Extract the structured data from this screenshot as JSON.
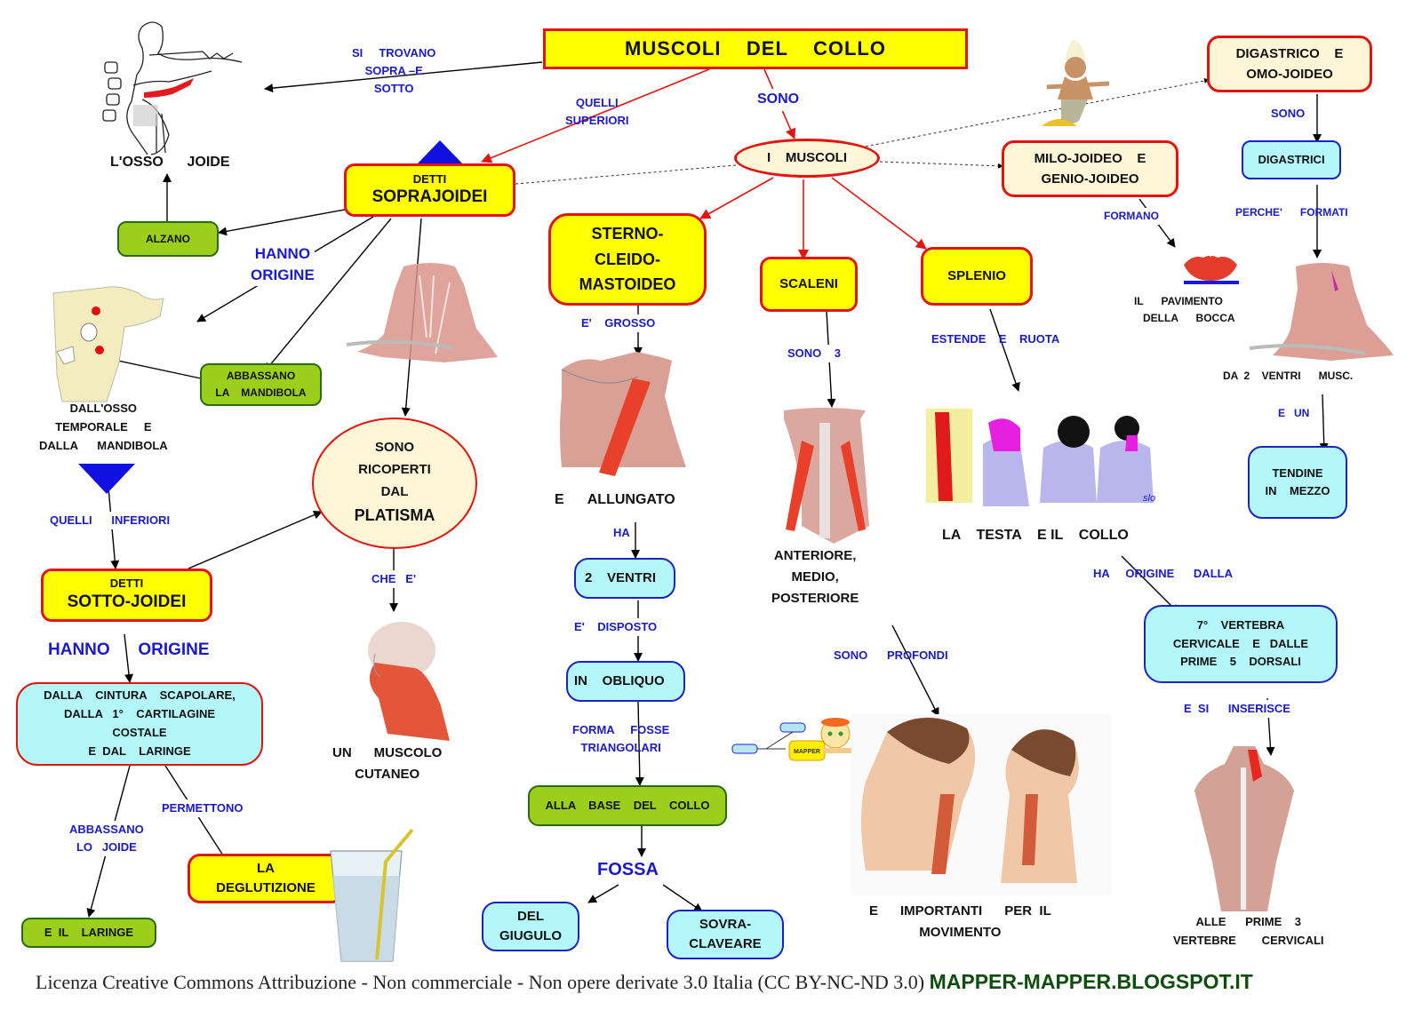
{
  "title": "MUSCOLI    DEL    COLLO",
  "nodes": {
    "i_muscoli": "I    MUSCOLI",
    "soprajoidei_small": "DETTI",
    "soprajoidei_big": "SOPRAJOIDEI",
    "sottojoidei_small": "DETTI",
    "sottojoidei_big": "SOTTO-JOIDEI",
    "sternocleido": "STERNO-\nCLEIDO-\nMASTOIDEO",
    "scaleni": "SCALENI",
    "splenio": "SPLENIO",
    "milo_genio": "MILO-JOIDEO    E\nGENIO-JOIDEO",
    "digastrico_omo": "DIGASTRICO    E\nOMO-JOIDEO",
    "digastrici": "DIGASTRICI",
    "tendine": "TENDINE\nIN    MEZZO",
    "alzano": "ALZANO",
    "abbassano_mandibola": "ABBASSANO\nLA    MANDIBOLA",
    "platisma_lines": "SONO\nRICOPERTI\nDAL",
    "platisma_big": "PLATISMA",
    "origine_sotto": "DALLA    CINTURA    SCAPOLARE,\nDALLA   1°    CARTILAGINE\nCOSTALE\nE  DAL    LARINGE",
    "laringe": "E  IL    LARINGE",
    "deglutizione": "LA\nDEGLUTIZIONE",
    "due_ventri": "2    VENTRI",
    "obliquo": "IN    OBLIQUO",
    "base_collo": "ALLA    BASE    DEL    COLLO",
    "giugulo": "DEL\nGIUGULO",
    "sovraclaveare": "SOVRA-\nCLAVEARE",
    "vertebra": "7°    VERTEBRA\nCERVICALE    E   DALLE\nPRIME    5    DORSALI"
  },
  "texts": {
    "osso_joide": "L'OSSO      JOIDE",
    "dall_osso": "DALL'OSSO\nTEMPORALE     E\nDALLA      MANDIBOLA",
    "muscolo_cutaneo": "UN      MUSCOLO\nCUTANEO",
    "allungato": "E      ALLUNGATO",
    "anteriore": "ANTERIORE,\nMEDIO,\nPOSTERIORE",
    "testa_collo": "LA    TESTA    E IL    COLLO",
    "pavimento": "IL      PAVIMENTO\n   DELLA      BOCCA",
    "due_ventri_musc": "DA  2    VENTRI      MUSC.",
    "importanti": "E      IMPORTANTI      PER  IL\nMOVIMENTO",
    "prime_3": "ALLE      PRIME    3\nVERTEBRE        CERVICALI"
  },
  "labels": {
    "si_trovano": "SI     TROVANO\nSOPRA –E\nSOTTO",
    "quelli_superiori": "QUELLI\nSUPERIORI",
    "sono_top": "SONO",
    "hanno_origine_1": "HANNO\nORIGINE",
    "quelli_inferiori": "QUELLI      INFERIORI",
    "hanno_origine_2": "HANNO      ORIGINE",
    "abbassano_joide": "ABBASSANO\nLO   JOIDE",
    "permettono": "PERMETTONO",
    "che_e": "CHE   E'",
    "e_grosso": "E'    GROSSO",
    "ha": "HA",
    "e_disposto": "E'    DISPOSTO",
    "forma_fosse": "FORMA     FOSSE\nTRIANGOLARI",
    "fossa": "FOSSA",
    "sono_3": "SONO    3",
    "sono_profondi": "SONO      PROFONDI",
    "estende_ruota": "ESTENDE    E    RUOTA",
    "ha_origine_dalla": "HA     ORIGINE      DALLA",
    "e_si_inserisce": "E  SI      INSERISCE",
    "formano": "FORMANO",
    "sono_digastrici": "SONO",
    "perche_formati": "PERCHE'      FORMATI",
    "e_un": "E   UN"
  },
  "images": {
    "hyoid_bone": "hyoid-bone-illustration",
    "skull_temporal": "skull-temporal-mandible-illustration",
    "neck_muscles_front": "anterior-neck-muscles-illustration",
    "platysma_head": "platysma-head-illustration",
    "sternocleidomastoid": "sternocleidomastoid-illustration",
    "scalene_muscles": "scalene-muscles-illustration",
    "splenius_motion": "splenius-head-rotation-illustration",
    "lips": "lips-icon",
    "digastric_neck": "digastric-neck-illustration",
    "genie": "genie-cartoon",
    "glass_straw": "glass-with-straw",
    "mapper_mascot": "mapper-mascot",
    "deep_neck_photo": "deep-neck-muscles-photo",
    "back_muscles": "back-muscles-illustration",
    "mapper_badge": "MAPPER",
    "signature": "slo"
  },
  "footer": {
    "license": "Licenza Creative Commons Attribuzione - Non commerciale - Non opere derivate 3.0 Italia (CC BY-NC-ND 3.0) ",
    "site": "MAPPER-MAPPER.BLOGSPOT.IT"
  },
  "colors": {
    "link_label": "#1a1acb",
    "red_border": "#e3140d",
    "yellow": "#ffff00",
    "cyan": "#b4f7fb",
    "green": "#9bcf1c",
    "cream": "#fff6d8"
  }
}
